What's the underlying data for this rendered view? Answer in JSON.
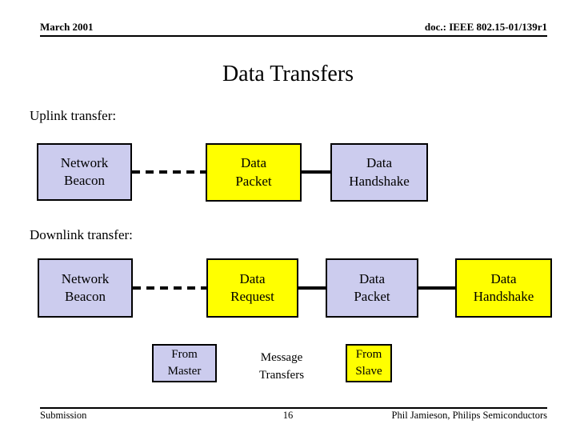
{
  "colors": {
    "box_lavender": "#CCCCEE",
    "box_yellow": "#FFFF00",
    "border_black": "#000000",
    "slide_background": "#FFFFFF"
  },
  "header": {
    "date": "March 2001",
    "doc_number": "doc.: IEEE 802.15-01/139r1"
  },
  "title": "Data Transfers",
  "uplink": {
    "label": "Uplink transfer:",
    "network_beacon": "Network\nBeacon",
    "data_packet": "Data\nPacket",
    "data_handshake": "Data\nHandshake"
  },
  "downlink": {
    "label": "Downlink transfer:",
    "network_beacon": "Network\nBeacon",
    "data_request": "Data\nRequest",
    "data_packet": "Data\nPacket",
    "data_handshake": "Data\nHandshake"
  },
  "legend": {
    "from_master": "From\nMaster",
    "message_transfers": "Message\nTransfers",
    "from_slave": "From\nSlave"
  },
  "footer": {
    "left": "Submission",
    "page_number": "16",
    "right": "Phil Jamieson, Philips Semiconductors"
  }
}
